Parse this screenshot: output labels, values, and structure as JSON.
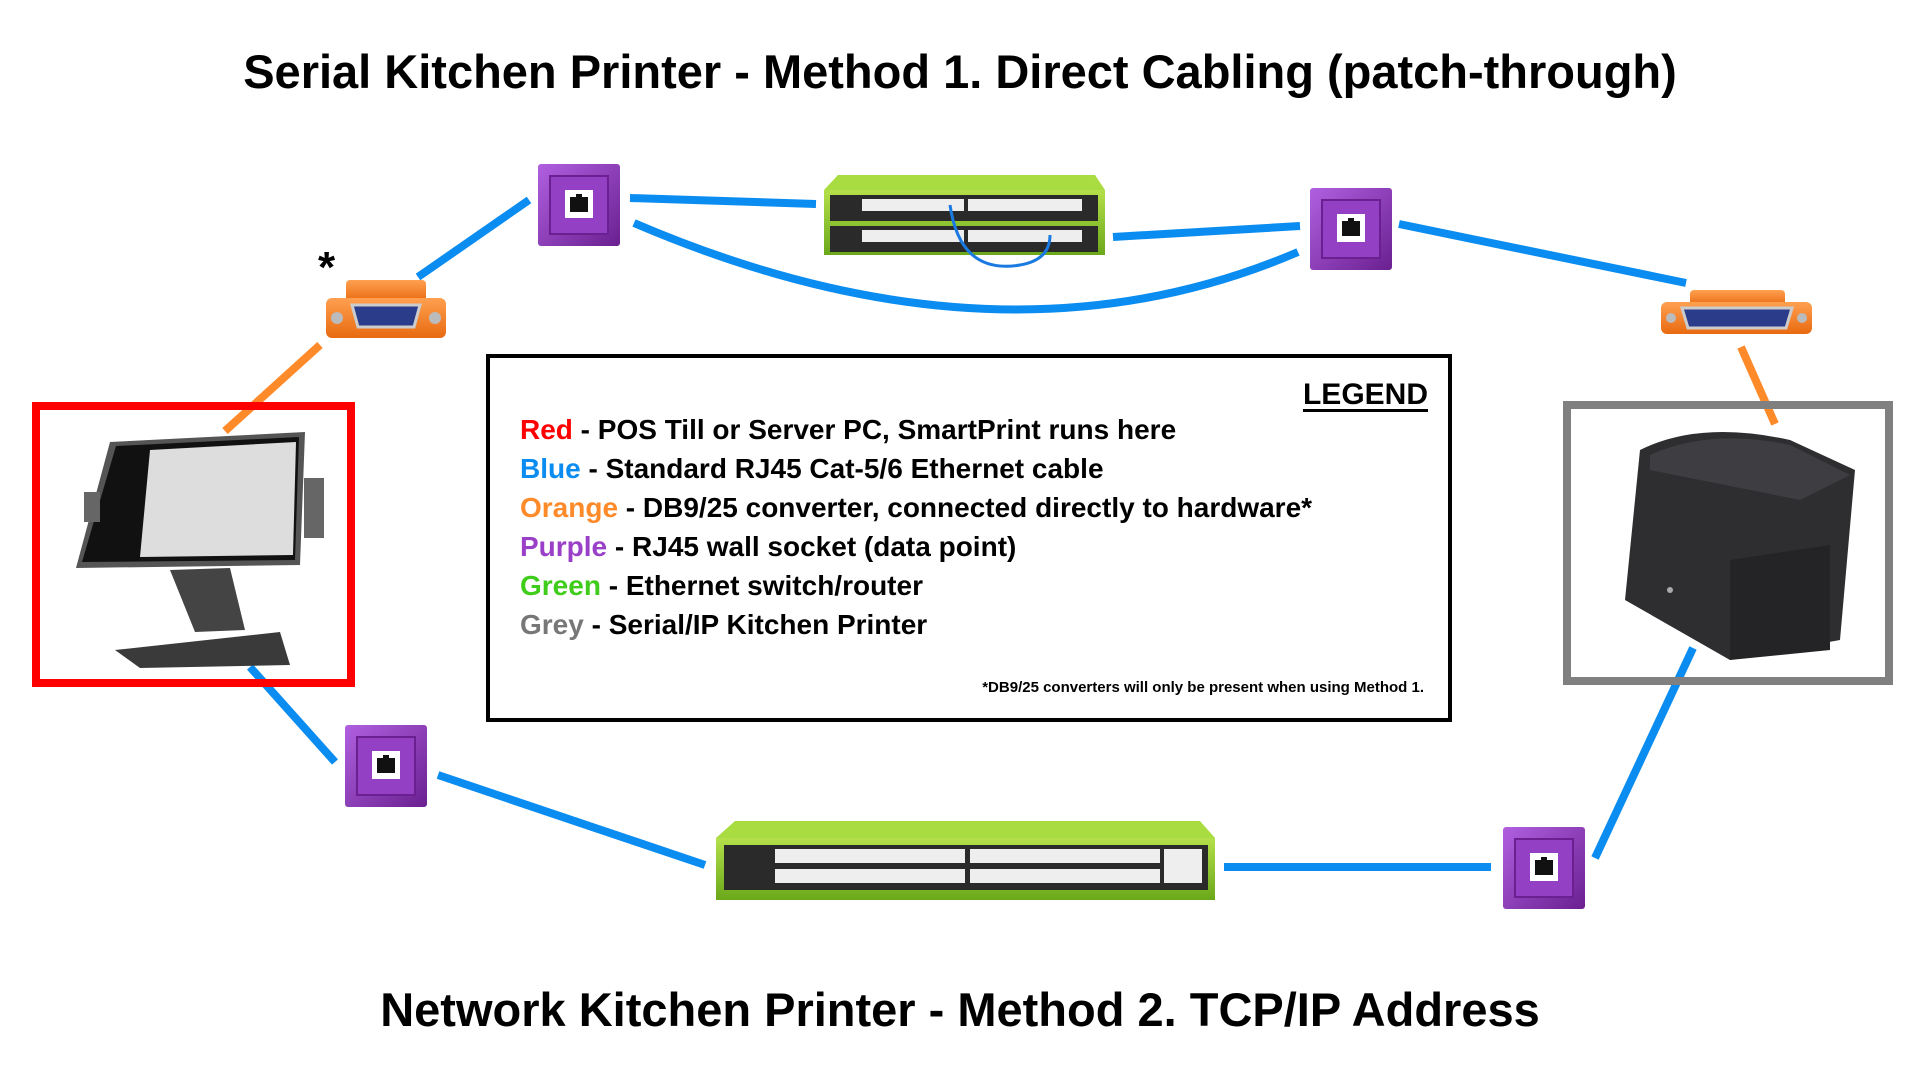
{
  "title_top": "Serial Kitchen Printer - Method 1. Direct Cabling (patch-through)",
  "title_bottom": "Network Kitchen Printer - Method 2. TCP/IP Address",
  "asterisk": "*",
  "legend": {
    "title": "LEGEND",
    "items": [
      {
        "color_name": "Red",
        "color": "#ff0000",
        "description": " - POS Till or Server PC, SmartPrint runs here"
      },
      {
        "color_name": "Blue",
        "color": "#0a8cf0",
        "description": " - Standard RJ45 Cat-5/6 Ethernet cable"
      },
      {
        "color_name": "Orange",
        "color": "#ff8a2a",
        "description": " - DB9/25 converter, connected directly to hardware*"
      },
      {
        "color_name": "Purple",
        "color": "#9a3fc8",
        "description": " - RJ45 wall socket (data point)"
      },
      {
        "color_name": "Green",
        "color": "#3fcc1a",
        "description": " - Ethernet switch/router"
      },
      {
        "color_name": "Grey",
        "color": "#777777",
        "description": " - Serial/IP Kitchen Printer"
      }
    ],
    "footnote": "*DB9/25 converters will only be present when using Method 1."
  },
  "colors": {
    "cable": "#0a8cf0",
    "converter_cable": "#ff8a2a",
    "pos_frame": "#ff0000",
    "printer_frame": "#808080",
    "socket": "#8a35b8",
    "switch": "#8ccc2a"
  }
}
